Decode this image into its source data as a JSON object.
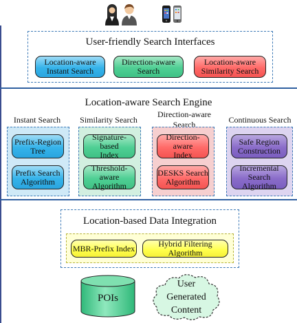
{
  "header": {
    "icons": [
      "user-female-icon",
      "user-male-icon",
      "phone-black-icon",
      "phone-white-icon"
    ]
  },
  "interface_layer": {
    "title": "User-friendly Search Interfaces",
    "items": [
      {
        "line1": "Location-aware",
        "line2": "Instant Search",
        "color": "#35b3ea"
      },
      {
        "line1": "Direction-aware",
        "line2": "Search",
        "color": "#4fcf94"
      },
      {
        "line1": "Location-aware",
        "line2": "Similarity Search",
        "color": "#ff6a68"
      }
    ]
  },
  "engine_layer": {
    "title": "Location-aware Search Engine",
    "columns": [
      {
        "title": "Instant Search",
        "color": "#35b3ea",
        "items": [
          {
            "line1": "Prefix-Region",
            "line2": "Tree"
          },
          {
            "line1": "Prefix Search",
            "line2": "Algorithm"
          }
        ]
      },
      {
        "title": "Similarity Search",
        "color": "#4fcf94",
        "items": [
          {
            "line1": "Signature-based",
            "line2": "Index"
          },
          {
            "line1": "Threshold-aware",
            "line2": "Algorithm"
          }
        ]
      },
      {
        "title": "Direction-aware Search",
        "color": "#ff6a68",
        "items": [
          {
            "line1": "Direction-aware",
            "line2": "Index"
          },
          {
            "line1": "DESKS Search",
            "line2": "Algorithm"
          }
        ]
      },
      {
        "title": "Continuous Search",
        "color": "#8a6cc9",
        "items": [
          {
            "line1": "Safe Region",
            "line2": "Construction"
          },
          {
            "line1": "Incremental",
            "line2": "Search Algorithm"
          }
        ]
      }
    ]
  },
  "integration_layer": {
    "title": "Location-based Data Integration",
    "items": [
      "MBR-Prefix Index",
      "Hybrid Filtering Algorithm"
    ],
    "color": "#ffff4a"
  },
  "sources": {
    "database": "POIs",
    "cloud": {
      "line1": "User",
      "line2": "Generated",
      "line3": "Content"
    }
  }
}
